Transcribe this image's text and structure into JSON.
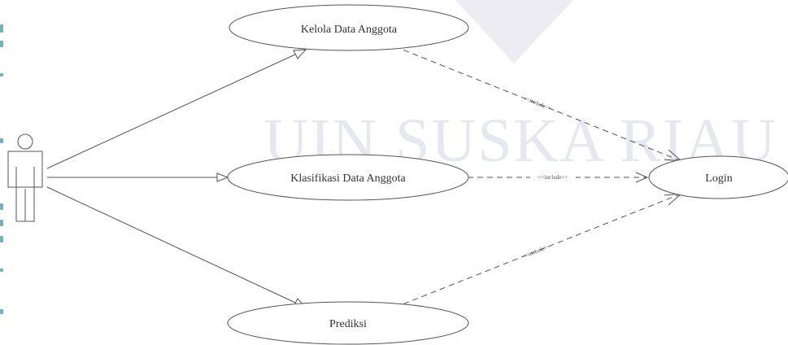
{
  "diagram": {
    "actor": {
      "label": ""
    },
    "use_cases": {
      "kelola": "Kelola Data Anggota",
      "klasifikasi": "Klasifikasi Data Anggota",
      "prediksi": "Prediksi",
      "login": "Login"
    },
    "relations": {
      "include_kelola": "<<include>>",
      "include_klasifikasi": "<<include>>",
      "include_prediksi": "<<include>>"
    },
    "watermark": {
      "text": "UIN SUSKA RIAU"
    }
  },
  "colors": {
    "line": "#555555",
    "text": "#333333",
    "watermark": "#e7e7ef",
    "accent_strip": "#6fb3b8"
  }
}
